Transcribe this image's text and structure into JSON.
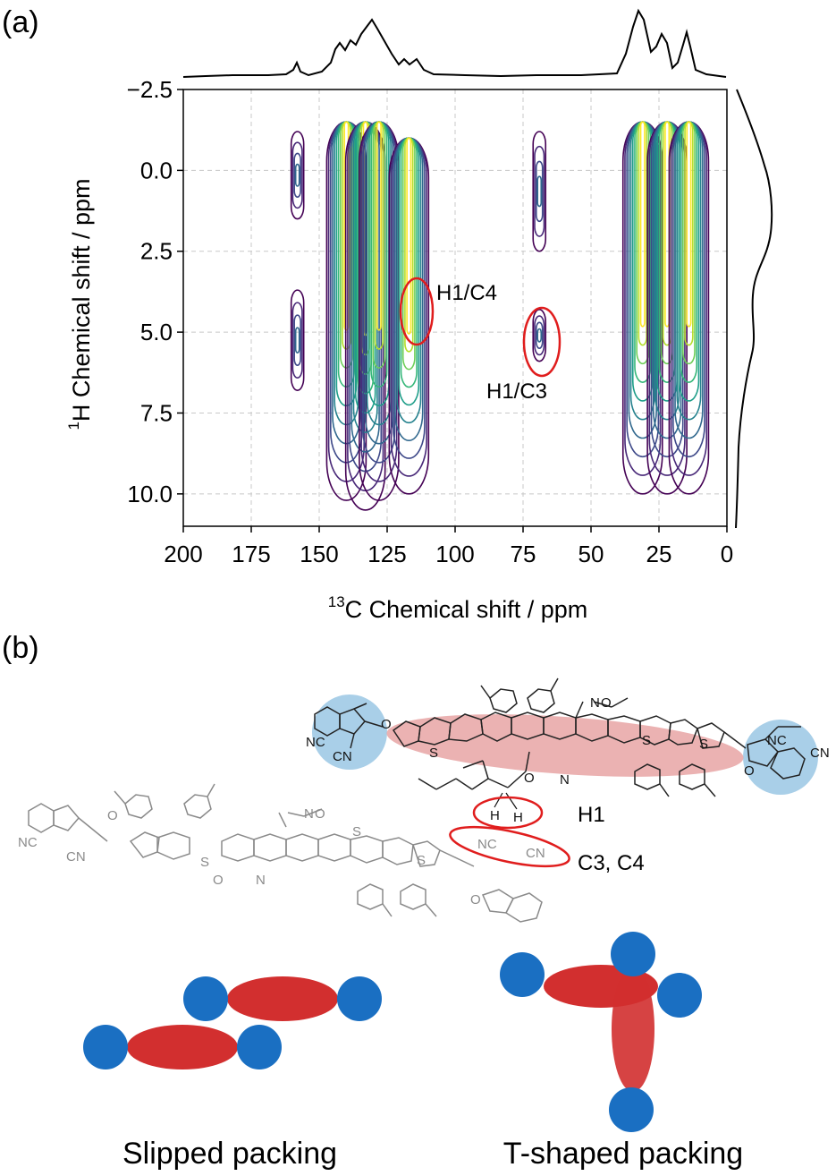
{
  "panel_a_label": "(a)",
  "panel_b_label": "(b)",
  "chart_data": {
    "type": "heatmap",
    "subtype": "2D HETCOR contour plot",
    "xlabel_sup": "13",
    "xlabel": "C Chemical shift / ppm",
    "ylabel_sup": "1",
    "ylabel": "H Chemical shift / ppm",
    "xlim": [
      200,
      0
    ],
    "ylim": [
      -2.5,
      11
    ],
    "xticks": [
      200,
      175,
      150,
      125,
      100,
      75,
      50,
      25,
      0
    ],
    "yticks": [
      -2.5,
      0.0,
      2.5,
      5.0,
      7.5,
      10.0
    ],
    "xtick_labels": [
      "200",
      "175",
      "150",
      "125",
      "100",
      "75",
      "50",
      "25",
      "0"
    ],
    "ytick_labels": [
      "−2.5",
      "0.0",
      "2.5",
      "5.0",
      "7.5",
      "10.0"
    ],
    "grid": true,
    "colormap": "viridis",
    "peaks": [
      {
        "x": 158,
        "y": [
          -1.2,
          1.5
        ]
      },
      {
        "x": 158,
        "y": [
          3.7,
          6.8
        ]
      },
      {
        "x": 140,
        "y": [
          -1.5,
          10.2
        ]
      },
      {
        "x": 133,
        "y": [
          -1.5,
          10.5
        ]
      },
      {
        "x": 128,
        "y": [
          -1.5,
          10.2
        ]
      },
      {
        "x": 117,
        "y": [
          -1.0,
          10.0
        ]
      },
      {
        "x": 69,
        "y": [
          -1.2,
          2.5
        ]
      },
      {
        "x": 69,
        "y": [
          4.3,
          5.9
        ]
      },
      {
        "x": 31,
        "y": [
          -1.5,
          10.0
        ]
      },
      {
        "x": 22,
        "y": [
          -1.5,
          10.0
        ]
      },
      {
        "x": 14,
        "y": [
          -1.5,
          10.0
        ]
      }
    ],
    "top_projection_peaks_ppm": [
      158,
      140,
      131,
      117,
      31,
      22,
      14
    ],
    "side_projection_peaks_ppm": [
      0.5,
      4.7
    ],
    "annotations": [
      {
        "label": "H1/C4",
        "x": 115,
        "y": 4.5
      },
      {
        "label": "H1/C3",
        "x": 67,
        "y": 5.1
      }
    ]
  },
  "panel_b": {
    "label_h1": "H1",
    "label_c3c4": "C3, C4",
    "caption_slipped": "Slipped packing",
    "caption_tshaped": "T-shaped packing",
    "mol_text": {
      "nc": "NC",
      "cn": "CN",
      "o": "O",
      "n": "N",
      "s": "S",
      "h": "H"
    }
  },
  "colors": {
    "red_ellipse": "#d62c2c",
    "blue_circle": "#1a6fc2",
    "blue_halo": "#a9cfe8",
    "pink_band": "#e8a4a4",
    "grey_molecule": "#8a8a8a"
  }
}
